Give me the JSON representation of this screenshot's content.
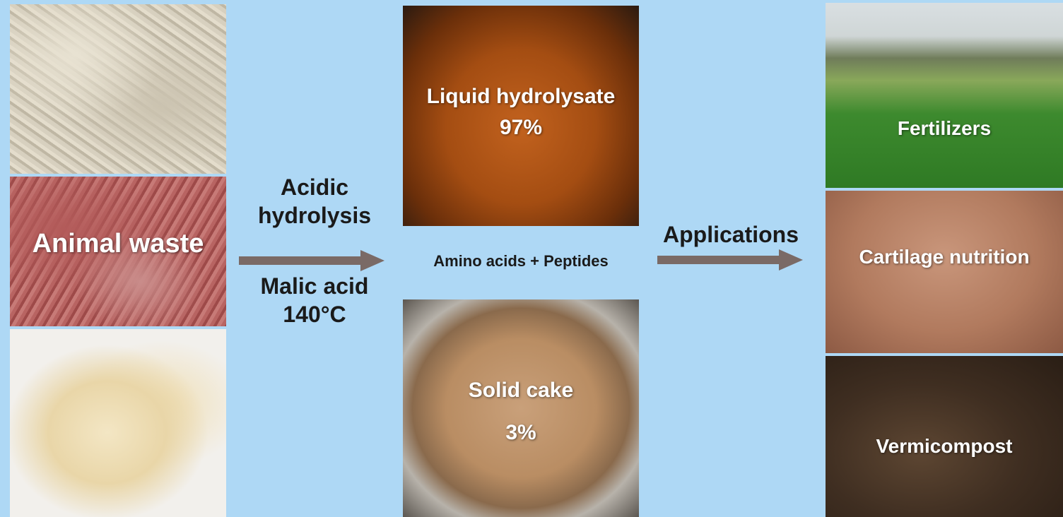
{
  "inputs": {
    "label": "Animal waste",
    "photos": [
      "wool-fibers-photo",
      "raw-meat-photo",
      "wool-fleece-photo"
    ]
  },
  "process": {
    "line1": "Acidic",
    "line2": "hydrolysis",
    "line3": "Malic acid",
    "line4": "140°C"
  },
  "products": {
    "liquid_name": "Liquid hydrolysate",
    "liquid_pct": "97%",
    "solid_name": "Solid cake",
    "solid_pct": "3%",
    "composition": "Amino acids + Peptides"
  },
  "applications": {
    "label": "Applications",
    "items": [
      "Fertilizers",
      "Cartilage nutrition",
      "Vermicompost"
    ]
  },
  "colors": {
    "background": "#aed8f5",
    "arrow": "#7a6a66"
  }
}
